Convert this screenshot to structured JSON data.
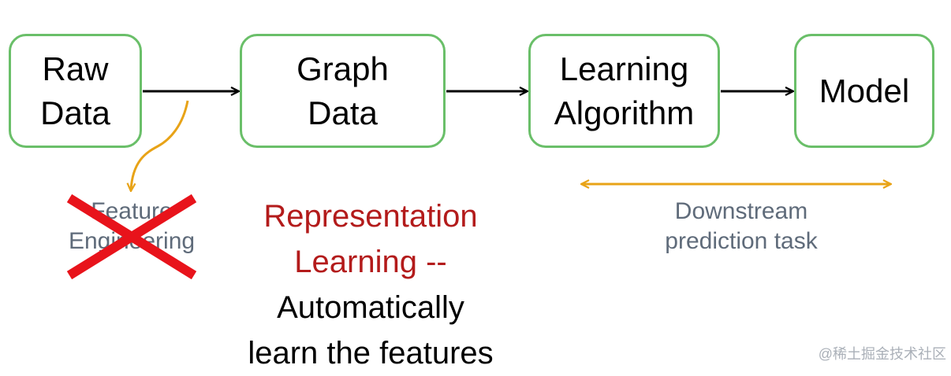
{
  "nodes": {
    "raw": [
      "Raw",
      "Data"
    ],
    "graph": [
      "Graph",
      "Data"
    ],
    "learn": [
      "Learning",
      "Algorithm"
    ],
    "model": [
      "Model"
    ]
  },
  "feature_engineering": [
    "Feature",
    "Engineering"
  ],
  "representation": {
    "red_lines": [
      "Representation",
      "Learning --"
    ],
    "black_lines": [
      "Automatically",
      "learn the features"
    ]
  },
  "downstream": [
    "Downstream",
    "prediction task"
  ],
  "watermark": "@稀土掘金技术社区",
  "colors": {
    "node_border": "#6abf69",
    "arrow": "#000000",
    "orange": "#e8a317",
    "cross": "#e8131b",
    "gray_text": "#5f6b7a",
    "red_text": "#b31b1b"
  }
}
